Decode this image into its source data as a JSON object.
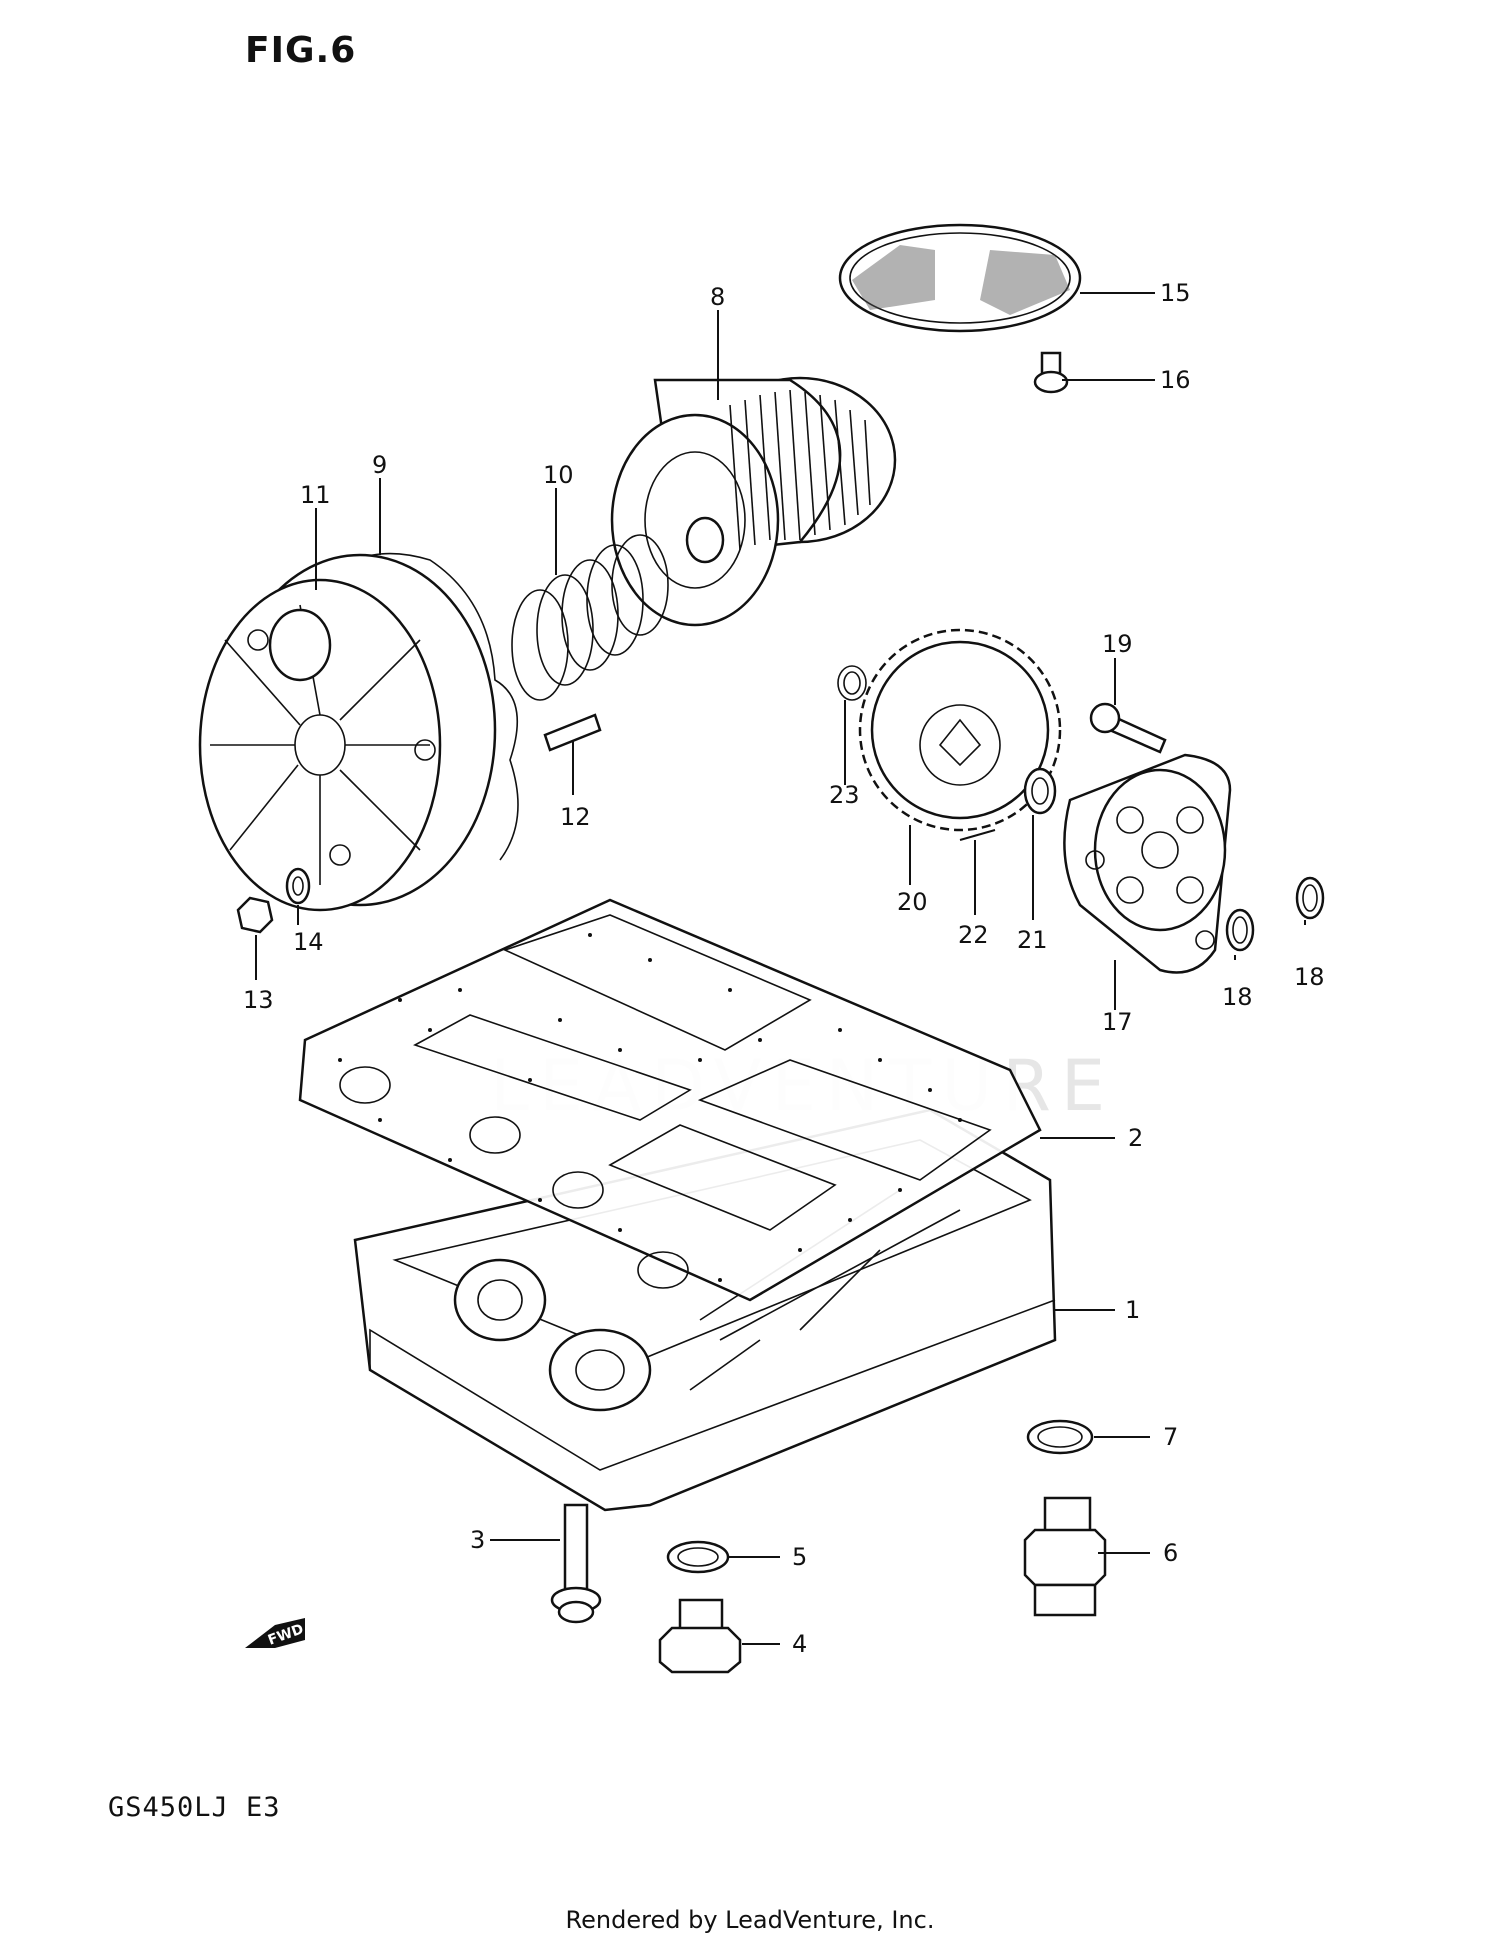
{
  "figure_title": "FIG.6",
  "model_code": "GS450LJ  E3",
  "footer_text": "Rendered by LeadVenture, Inc.",
  "watermark_text": "LEADVENTURE",
  "fwd_label": "FWD",
  "callouts": [
    {
      "id": "1",
      "part": "oil-pan"
    },
    {
      "id": "2",
      "part": "oil-pan-gasket"
    },
    {
      "id": "3",
      "part": "bolt"
    },
    {
      "id": "4",
      "part": "drain-plug"
    },
    {
      "id": "5",
      "part": "gasket"
    },
    {
      "id": "6",
      "part": "union"
    },
    {
      "id": "7",
      "part": "o-ring"
    },
    {
      "id": "8",
      "part": "oil-filter"
    },
    {
      "id": "9",
      "part": "o-ring"
    },
    {
      "id": "10",
      "part": "spring"
    },
    {
      "id": "11",
      "part": "filter-cap"
    },
    {
      "id": "12",
      "part": "stud-bolt"
    },
    {
      "id": "13",
      "part": "nut"
    },
    {
      "id": "14",
      "part": "washer"
    },
    {
      "id": "15",
      "part": "strainer"
    },
    {
      "id": "16",
      "part": "screw"
    },
    {
      "id": "17",
      "part": "oil-pump"
    },
    {
      "id": "18",
      "part": "o-ring"
    },
    {
      "id": "18",
      "part": "o-ring"
    },
    {
      "id": "19",
      "part": "bolt"
    },
    {
      "id": "20",
      "part": "pump-gear"
    },
    {
      "id": "21",
      "part": "washer"
    },
    {
      "id": "22",
      "part": "pin"
    },
    {
      "id": "23",
      "part": "circlip"
    }
  ]
}
